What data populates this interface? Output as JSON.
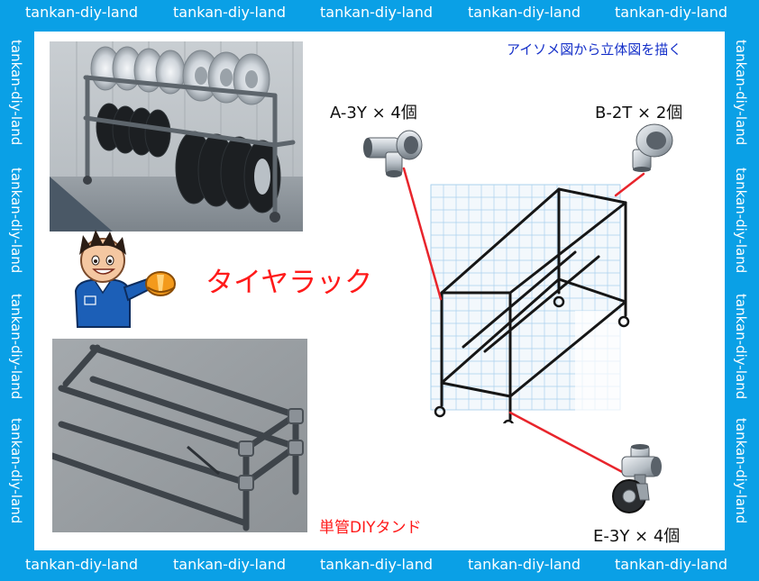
{
  "watermark": {
    "text": "tankan-diy-land"
  },
  "heading": "アイソメ図から立体図を描く",
  "title": "タイヤラック",
  "brand": "単管DIYタンド",
  "fittings": {
    "a": {
      "label": "A-3Y × 4個",
      "icon": "three-way-clamp-fitting-icon"
    },
    "b": {
      "label": "B-2T × 2個",
      "icon": "tee-clamp-fitting-icon"
    },
    "e": {
      "label": "E-3Y × 4個",
      "icon": "caster-clamp-fitting-icon"
    }
  },
  "colors": {
    "frame": "#0aa0e6",
    "panel": "#ffffff",
    "heading": "#1530c9",
    "title": "#ff1a1a",
    "leader_line": "#e8252c"
  }
}
